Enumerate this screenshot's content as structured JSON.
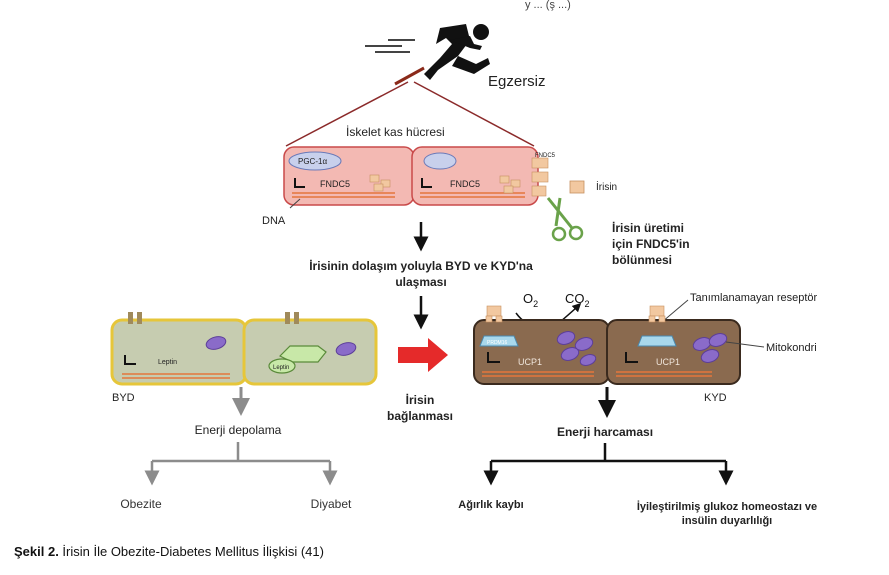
{
  "header_fragment": "y ... (ş ...)",
  "exercise_label": "Egzersiz",
  "muscle": {
    "title": "İskelet kas hücresi",
    "pgc_label": "PGC-1α",
    "fndc5_left": "FNDC5",
    "fndc5_right": "FNDC5",
    "fndc5_membrane": "FNDC5",
    "dna_label": "DNA",
    "irisin_label": "İrisin"
  },
  "cleavage_note": [
    "İrisin üretimi",
    "için FNDC5'in",
    "bölünmesi"
  ],
  "circulation_note": [
    "İrisinin dolaşım yoluyla BYD ve KYD'na",
    "ulaşması"
  ],
  "o2_label": "O",
  "o2_sub": "2",
  "co2_label": "CO",
  "co2_sub": "2",
  "receptor_label": "Tanımlanamayan reseptör",
  "mito_label": "Mitokondri",
  "wat": {
    "leptin_left": "Leptin",
    "leptin_right": "Leptin",
    "label": "BYD"
  },
  "bat": {
    "ucp_left": "UCP1",
    "ucp_right": "UCP1",
    "prdm_label": "PRDM16",
    "label": "KYD"
  },
  "binding_note": [
    "İrisin",
    "bağlanması"
  ],
  "energy_storage": "Enerji depolama",
  "energy_expenditure": "Enerji harcaması",
  "outcomes_left": [
    "Obezite",
    "Diyabet"
  ],
  "outcomes_right": {
    "weight_loss": "Ağırlık kaybı",
    "glucose": [
      "İyileştirilmiş glukoz homeostazı ve",
      "insülin duyarlılığı"
    ]
  },
  "caption": {
    "prefix": "Şekil 2.",
    "text": " İrisin İle Obezite-Diabetes Mellitus İlişkisi (41)"
  },
  "colors": {
    "muscle_fill": "#f3b9b3",
    "muscle_stroke": "#c94a4a",
    "wat_fill": "#c6ccb0",
    "wat_stroke": "#e6c63a",
    "bat_fill": "#8a6a4f",
    "bat_stroke": "#3a2a1e",
    "mito": "#8a6bc9",
    "red_arrow": "#e52a2a",
    "gray_arrow": "#8c8c8c",
    "line_dark": "#1a1a1a",
    "tan": "#f2c8a0",
    "brown_line": "#8b2a1a"
  },
  "icons": [
    "runner-icon",
    "scissors-icon",
    "mitochondrion-icon",
    "receptor-icon"
  ]
}
